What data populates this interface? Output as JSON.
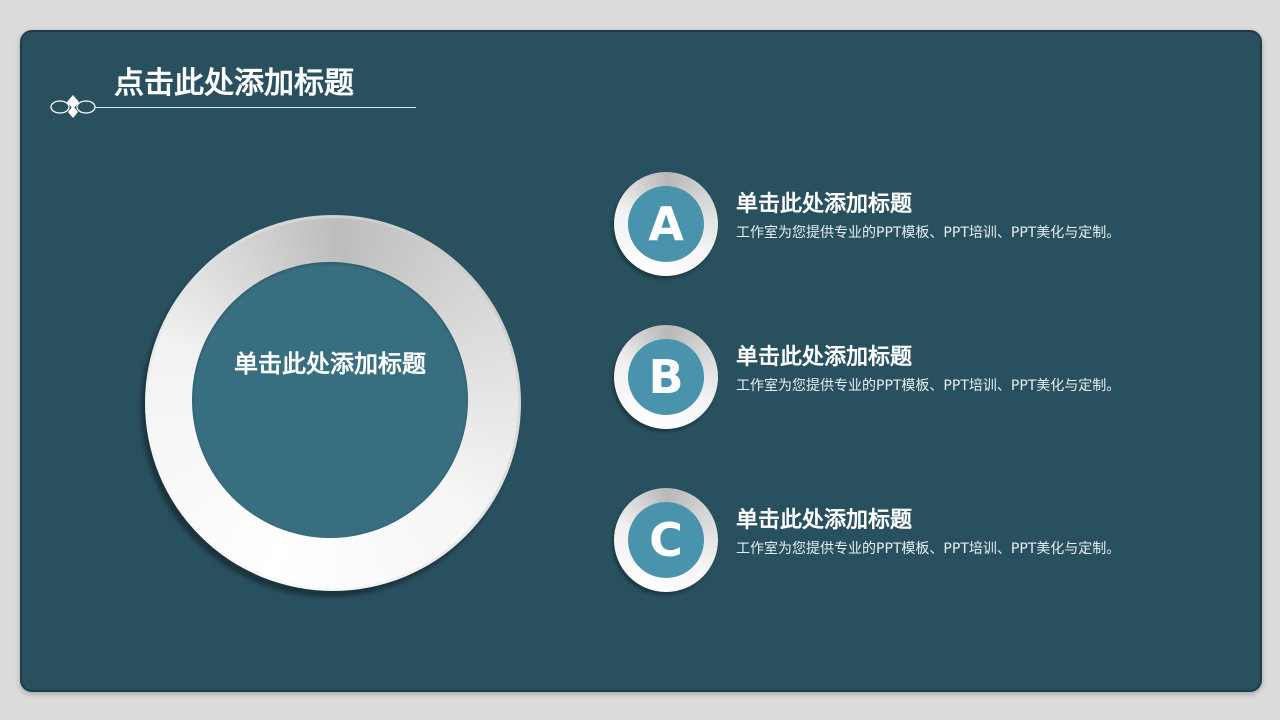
{
  "slide": {
    "title": "点击此处添加标题",
    "center_label": "单击此处添加标题",
    "items": [
      {
        "letter": "A",
        "title": "单击此处添加标题",
        "desc": "工作室为您提供专业的PPT模板、PPT培训、PPT美化与定制。"
      },
      {
        "letter": "B",
        "title": "单击此处添加标题",
        "desc": "工作室为您提供专业的PPT模板、PPT培训、PPT美化与定制。"
      },
      {
        "letter": "C",
        "title": "单击此处添加标题",
        "desc": "工作室为您提供专业的PPT模板、PPT培训、PPT美化与定制。"
      }
    ]
  },
  "colors": {
    "background": "#29505f",
    "outer_frame": "#dcdcdc",
    "center_fill": "#386f80",
    "badge_fill": "#4a93ad",
    "text": "#ffffff"
  },
  "icons": {
    "ornament": "knot-ornament-icon"
  }
}
